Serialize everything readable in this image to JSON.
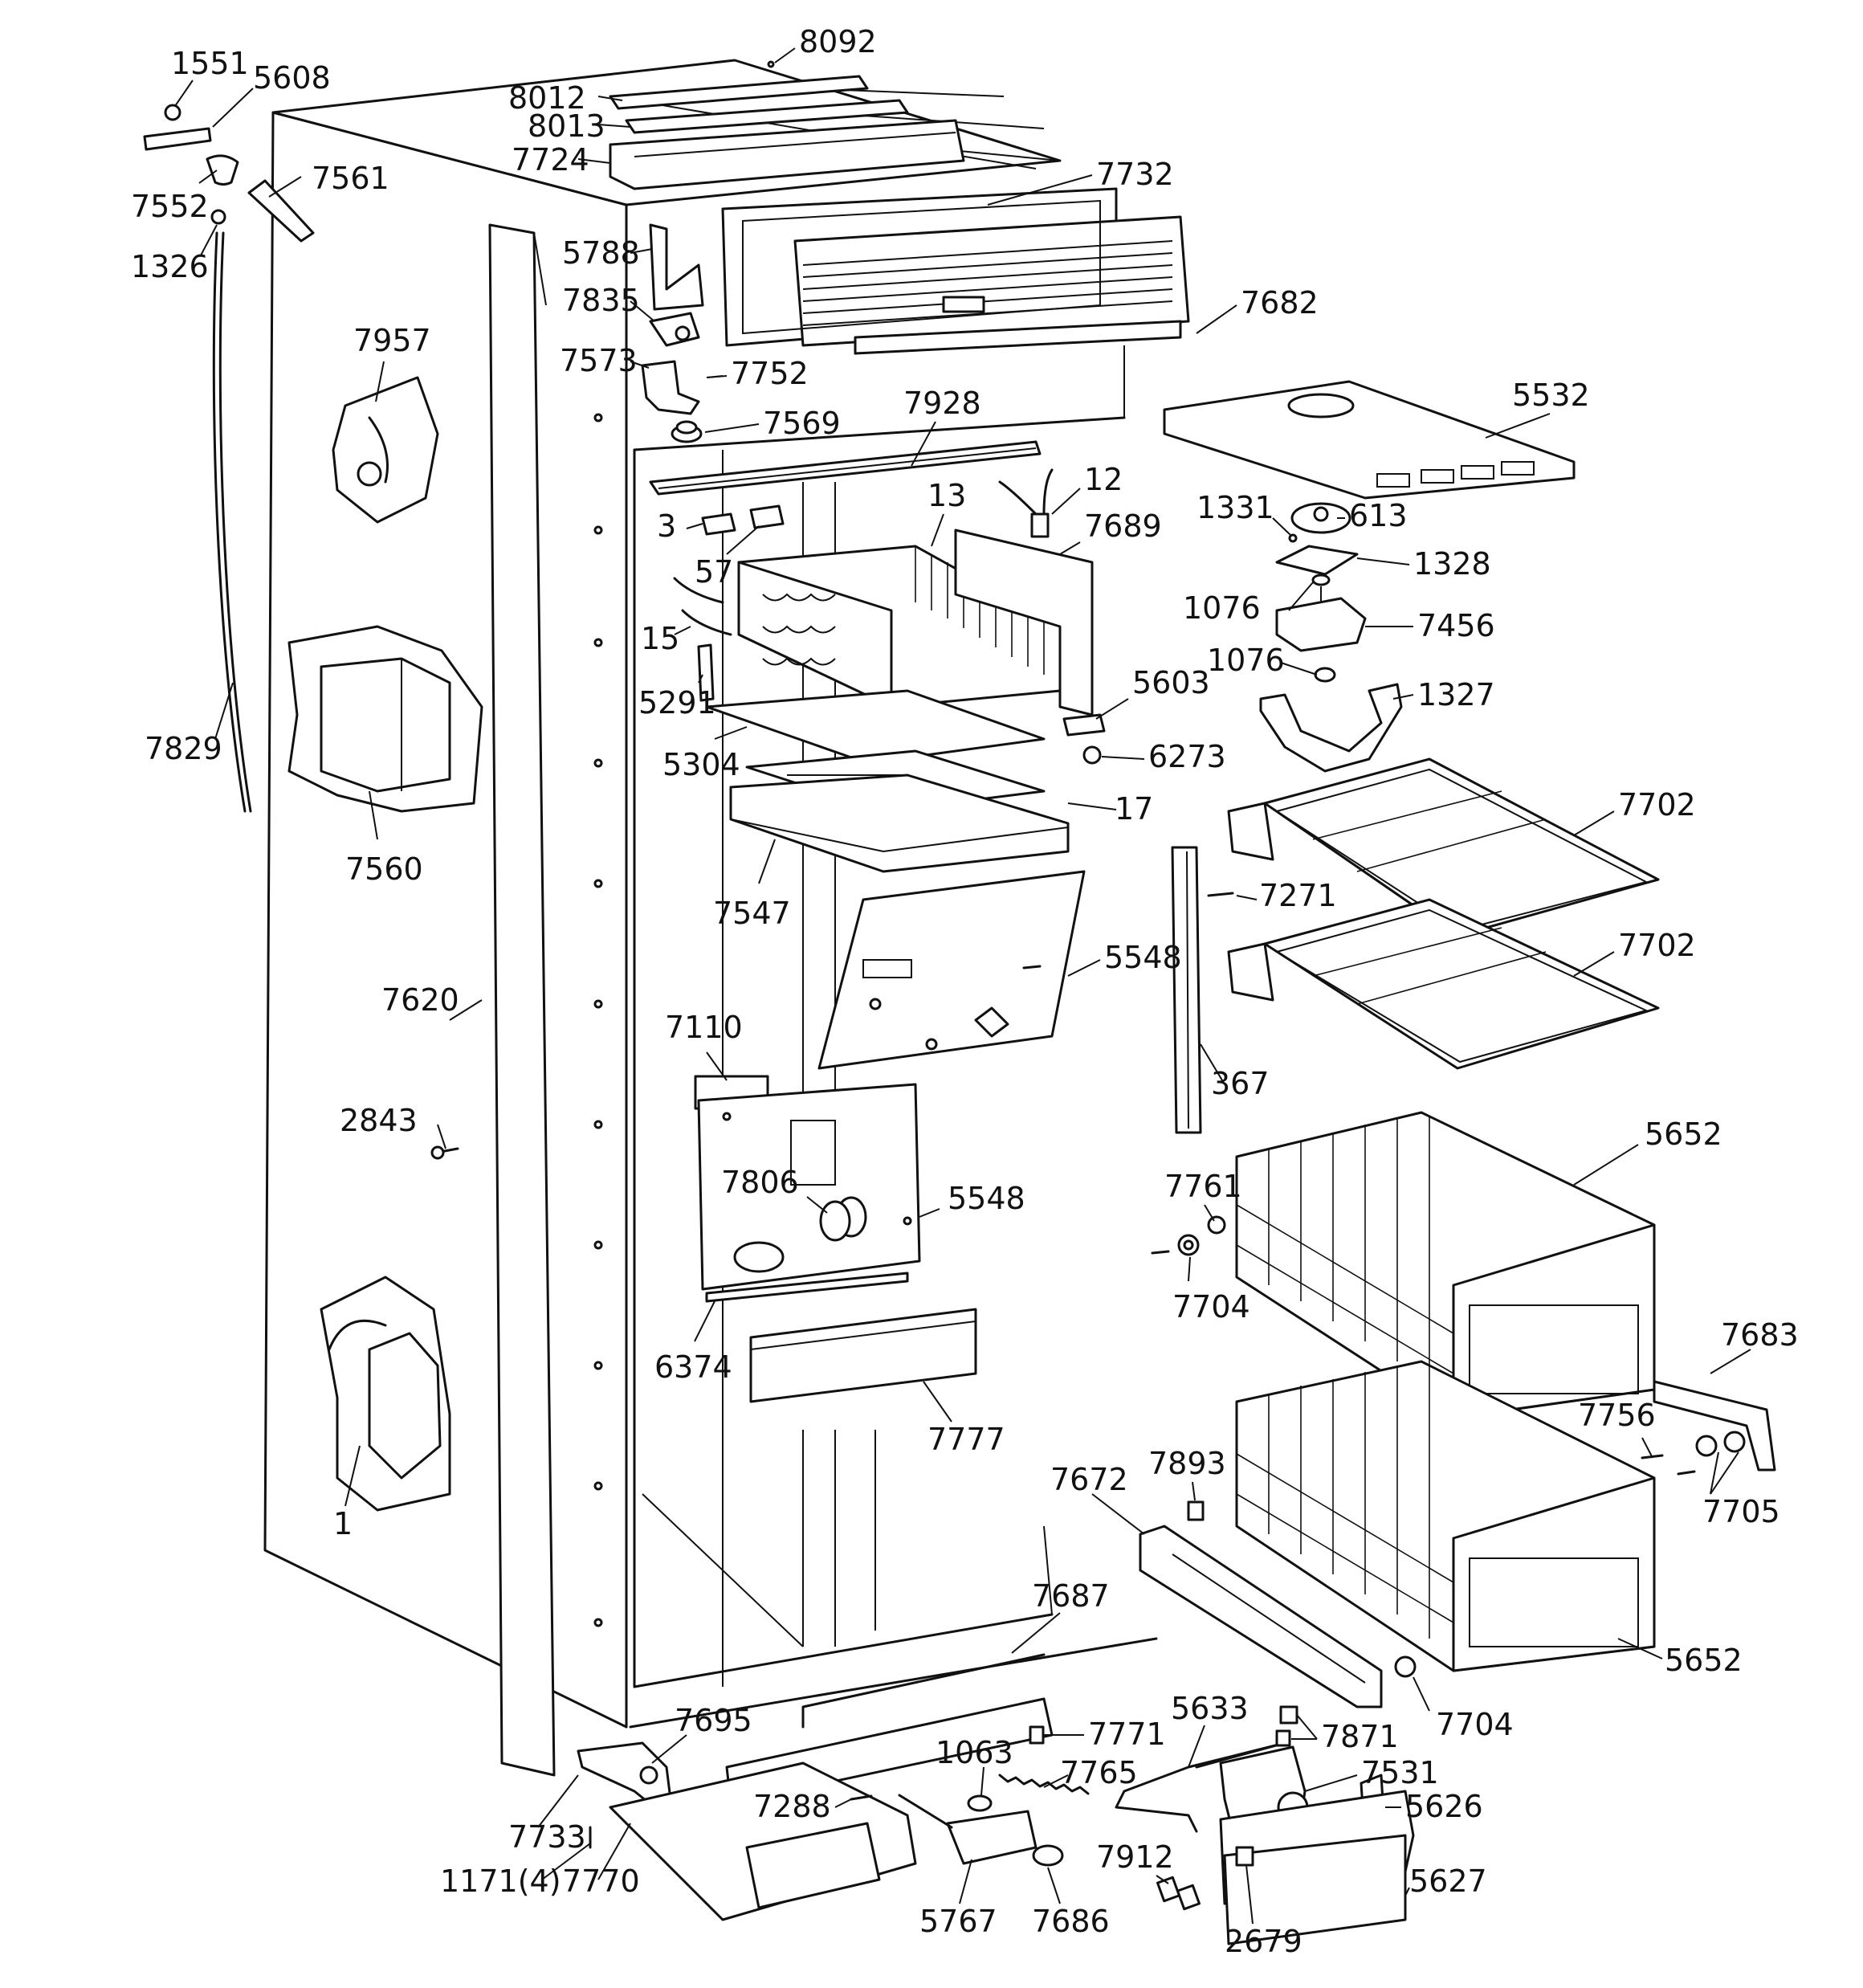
{
  "callouts": [
    {
      "label": "8092"
    },
    {
      "label": "1551"
    },
    {
      "label": "5608"
    },
    {
      "label": "8012"
    },
    {
      "label": "8013"
    },
    {
      "label": "7724"
    },
    {
      "label": "7732"
    },
    {
      "label": "7561"
    },
    {
      "label": "7552"
    },
    {
      "label": "1326"
    },
    {
      "label": "5788"
    },
    {
      "label": "7835"
    },
    {
      "label": "7682"
    },
    {
      "label": "7957"
    },
    {
      "label": "7573"
    },
    {
      "label": "7752"
    },
    {
      "label": "5532"
    },
    {
      "label": "7928"
    },
    {
      "label": "7569"
    },
    {
      "label": "12"
    },
    {
      "label": "1331"
    },
    {
      "label": "613"
    },
    {
      "label": "13"
    },
    {
      "label": "3"
    },
    {
      "label": "7689"
    },
    {
      "label": "1328"
    },
    {
      "label": "57"
    },
    {
      "label": "1076"
    },
    {
      "label": "7456"
    },
    {
      "label": "15"
    },
    {
      "label": "1076"
    },
    {
      "label": "5603"
    },
    {
      "label": "1327"
    },
    {
      "label": "5291"
    },
    {
      "label": "7829"
    },
    {
      "label": "5304"
    },
    {
      "label": "6273"
    },
    {
      "label": "17"
    },
    {
      "label": "7702"
    },
    {
      "label": "7560"
    },
    {
      "label": "7271"
    },
    {
      "label": "7547"
    },
    {
      "label": "7702"
    },
    {
      "label": "5548"
    },
    {
      "label": "7620"
    },
    {
      "label": "7110"
    },
    {
      "label": "367"
    },
    {
      "label": "2843"
    },
    {
      "label": "5652"
    },
    {
      "label": "7761"
    },
    {
      "label": "7806"
    },
    {
      "label": "5548"
    },
    {
      "label": "7704"
    },
    {
      "label": "6374"
    },
    {
      "label": "7683"
    },
    {
      "label": "7777"
    },
    {
      "label": "7756"
    },
    {
      "label": "1"
    },
    {
      "label": "7705"
    },
    {
      "label": "7893"
    },
    {
      "label": "7672"
    },
    {
      "label": "7687"
    },
    {
      "label": "5652"
    },
    {
      "label": "7704"
    },
    {
      "label": "5633"
    },
    {
      "label": "7695"
    },
    {
      "label": "7771"
    },
    {
      "label": "7871"
    },
    {
      "label": "1063"
    },
    {
      "label": "7531"
    },
    {
      "label": "7765"
    },
    {
      "label": "5626"
    },
    {
      "label": "7288"
    },
    {
      "label": "7733"
    },
    {
      "label": "7912"
    },
    {
      "label": "1171(4)"
    },
    {
      "label": "7770"
    },
    {
      "label": "5627"
    },
    {
      "label": "5767"
    },
    {
      "label": "7686"
    },
    {
      "label": "2679"
    }
  ]
}
